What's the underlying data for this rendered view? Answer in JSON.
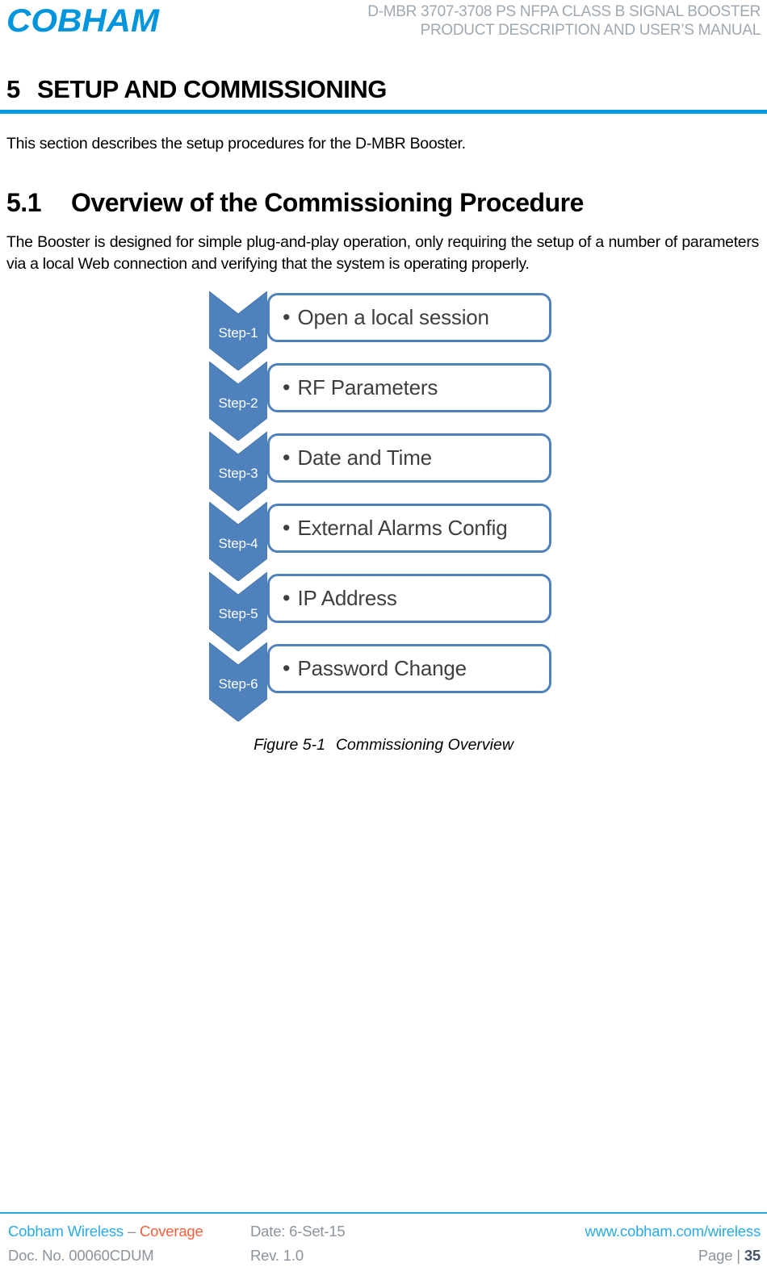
{
  "header": {
    "logo_text": "COBHAM",
    "line1": "D-MBR 3707-3708 PS NFPA CLASS B SIGNAL BOOSTER",
    "line2": "PRODUCT DESCRIPTION AND USER’S MANUAL"
  },
  "section": {
    "number": "5",
    "title": "SETUP AND COMMISSIONING",
    "intro": "This section describes the setup procedures for the D-MBR Booster."
  },
  "subsection": {
    "number": "5.1",
    "title": "Overview of the Commissioning Procedure",
    "body": "The Booster is designed for simple plug-and-play operation, only requiring the setup of a number of parameters via a local Web connection and verifying that the system is operating properly."
  },
  "figure": {
    "bullet": "•",
    "steps": [
      {
        "label": "Step-1",
        "text": "Open a local session"
      },
      {
        "label": "Step-2",
        "text": "RF Parameters"
      },
      {
        "label": "Step-3",
        "text": "Date and Time"
      },
      {
        "label": "Step-4",
        "text": "External Alarms Config"
      },
      {
        "label": "Step-5",
        "text": "IP Address"
      },
      {
        "label": "Step-6",
        "text": "Password Change"
      }
    ],
    "caption_label": "Figure 5-1",
    "caption_text": "Commissioning Overview",
    "chevron_color": "#4f81bd",
    "box_border_color": "#4f81bd"
  },
  "footer": {
    "brand_primary": "Cobham Wireless",
    "brand_separator": "–",
    "brand_secondary": "Coverage",
    "date": "Date: 6-Set-15",
    "website": "www.cobham.com/wireless",
    "doc_no": "Doc. No. 00060CDUM",
    "revision": "Rev. 1.0",
    "page_label": "Page | ",
    "page_number": "35",
    "accent_blue": "#29abe2",
    "accent_orange": "#f2603d",
    "rule_color": "#29abe2"
  }
}
